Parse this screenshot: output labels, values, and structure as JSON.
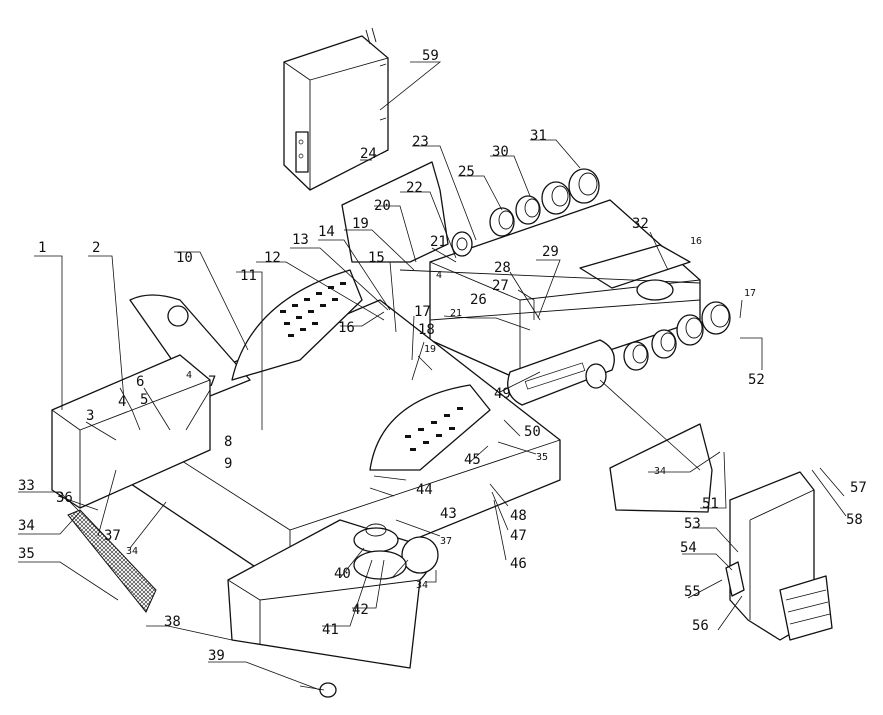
{
  "labels": {
    "l1": "1",
    "l2": "2",
    "l3": "3",
    "l4a": "4",
    "l4b": "4",
    "l4c": "4",
    "l5": "5",
    "l6": "6",
    "l7": "7",
    "l8": "8",
    "l9": "9",
    "l10": "10",
    "l11": "11",
    "l12": "12",
    "l13": "13",
    "l14": "14",
    "l15": "15",
    "l16a": "16",
    "l16b": "16",
    "l17a": "17",
    "l17b": "17",
    "l18": "18",
    "l19a": "19",
    "l19b": "19",
    "l20": "20",
    "l21a": "21",
    "l21b": "21",
    "l22": "22",
    "l23": "23",
    "l24": "24",
    "l25": "25",
    "l26": "26",
    "l27": "27",
    "l28": "28",
    "l29": "29",
    "l30": "30",
    "l31": "31",
    "l32": "32",
    "l33": "33",
    "l34a": "34",
    "l34b": "34",
    "l34c": "34",
    "l34d": "34",
    "l35a": "35",
    "l35b": "35",
    "l36": "36",
    "l37a": "37",
    "l37b": "37",
    "l38": "38",
    "l39": "39",
    "l40": "40",
    "l41": "41",
    "l42": "42",
    "l43": "43",
    "l44": "44",
    "l45": "45",
    "l46": "46",
    "l47": "47",
    "l48": "48",
    "l49": "49",
    "l50": "50",
    "l51": "51",
    "l52": "52",
    "l53": "53",
    "l54": "54",
    "l55": "55",
    "l56": "56",
    "l57": "57",
    "l58": "58",
    "l59": "59"
  }
}
